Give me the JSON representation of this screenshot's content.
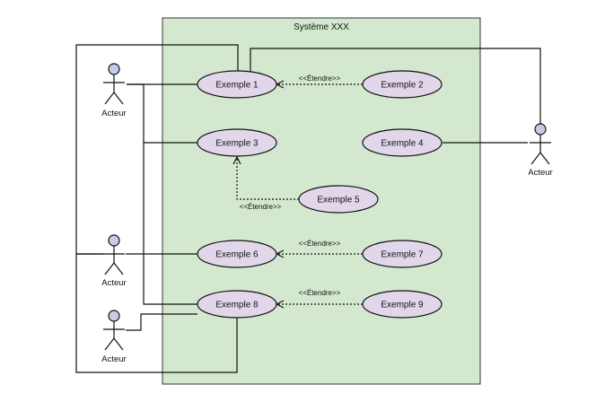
{
  "system": {
    "title": "Système XXX"
  },
  "colors": {
    "system_fill": "#d4e8d0",
    "use_case_fill": "#e2d7ea",
    "actor_head_fill": "#c6cce8",
    "line": "#111111",
    "background": "#ffffff"
  },
  "actors": [
    {
      "id": "a1",
      "label": "Acteur"
    },
    {
      "id": "a2",
      "label": "Acteur"
    },
    {
      "id": "a3",
      "label": "Acteur"
    },
    {
      "id": "a4",
      "label": "Acteur"
    }
  ],
  "use_cases": [
    {
      "id": "uc1",
      "label": "Exemple 1"
    },
    {
      "id": "uc2",
      "label": "Exemple 2"
    },
    {
      "id": "uc3",
      "label": "Exemple 3"
    },
    {
      "id": "uc4",
      "label": "Exemple 4"
    },
    {
      "id": "uc5",
      "label": "Exemple 5"
    },
    {
      "id": "uc6",
      "label": "Exemple 6"
    },
    {
      "id": "uc7",
      "label": "Exemple 7"
    },
    {
      "id": "uc8",
      "label": "Exemple 8"
    },
    {
      "id": "uc9",
      "label": "Exemple 9"
    }
  ],
  "extend_relations": [
    {
      "id": "e1",
      "from": "uc2",
      "to": "uc1",
      "label": "<<Étendre>>"
    },
    {
      "id": "e2",
      "from": "uc5",
      "to": "uc3",
      "label": "<<Étendre>>"
    },
    {
      "id": "e3",
      "from": "uc7",
      "to": "uc6",
      "label": "<<Étendre>>"
    },
    {
      "id": "e4",
      "from": "uc9",
      "to": "uc8",
      "label": "<<Étendre>>"
    }
  ]
}
